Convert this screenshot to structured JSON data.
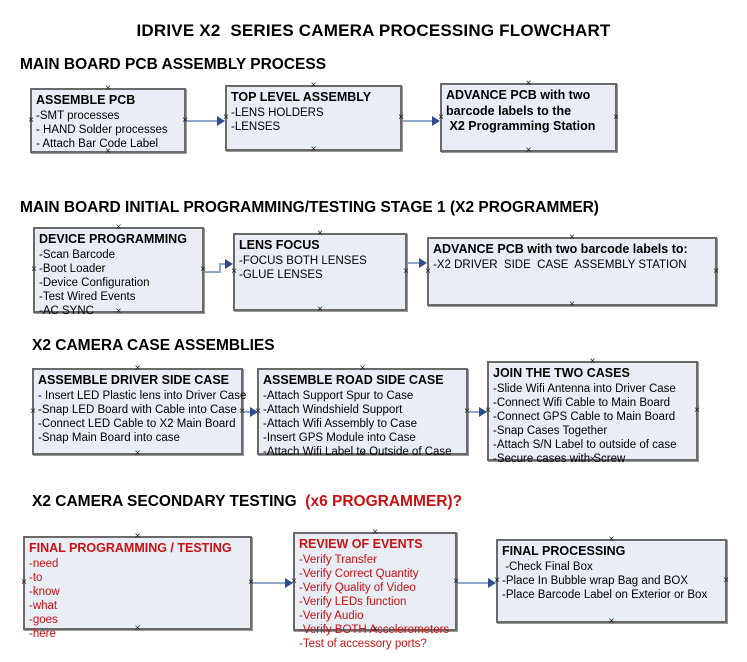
{
  "title": "IDRIVE X2  SERIES CAMERA PROCESSING FLOWCHART",
  "colors": {
    "box_fill": "#e8edf6",
    "box_border": "#6a6a6a",
    "arrow_line": "#8fa8cd",
    "arrow_head": "#2e4d8f",
    "red_text": "#cc1111"
  },
  "sections": [
    {
      "header": "MAIN BOARD PCB ASSEMBLY PROCESS",
      "header_red": "",
      "boxes": [
        {
          "title": "ASSEMBLE PCB",
          "lines": [
            "-SMT processes",
            "- HAND Solder processes",
            "- Attach Bar Code Label"
          ]
        },
        {
          "title": "TOP LEVEL ASSEMBLY",
          "lines": [
            "-LENS HOLDERS",
            "-LENSES"
          ]
        },
        {
          "title": "ADVANCE PCB with two\nbarcode labels to the\n X2 Programming Station",
          "lines": []
        }
      ]
    },
    {
      "header": "MAIN BOARD INITIAL PROGRAMMING/TESTING STAGE 1 (X2 PROGRAMMER)",
      "header_red": "",
      "boxes": [
        {
          "title": "DEVICE PROGRAMMING",
          "lines": [
            "-Scan Barcode",
            "-Boot Loader",
            "-Device Configuration",
            "-Test Wired Events",
            "-AC SYNC"
          ]
        },
        {
          "title": "LENS FOCUS",
          "lines": [
            "-FOCUS BOTH LENSES",
            "-GLUE LENSES"
          ]
        },
        {
          "title": "ADVANCE PCB with two barcode labels to:",
          "lines": [
            "-X2 DRIVER  SIDE  CASE  ASSEMBLY STATION"
          ]
        }
      ]
    },
    {
      "header": "X2 CAMERA CASE ASSEMBLIES",
      "header_red": "",
      "boxes": [
        {
          "title": "ASSEMBLE DRIVER SIDE CASE",
          "lines": [
            "- Insert LED Plastic lens into Driver Case",
            "-Snap LED Board with Cable into Case",
            "-Connect LED Cable to X2 Main Board",
            "-Snap Main Board into case"
          ]
        },
        {
          "title": "ASSEMBLE ROAD SIDE CASE",
          "lines": [
            "-Attach Support Spur to Case",
            "-Attach Windshield Support",
            "-Attach Wifi Assembly to Case",
            "-Insert GPS Module into Case",
            "-Attach Wifi Label to Outside of Case"
          ]
        },
        {
          "title": "JOIN THE TWO CASES",
          "lines": [
            "-Slide Wifi Antenna into Driver Case",
            "-Connect Wifi Cable to Main Board",
            "-Connect GPS Cable to Main Board",
            "-Snap Cases Together",
            "-Attach S/N Label to outside of case",
            "-Secure cases with Screw"
          ]
        }
      ]
    },
    {
      "header": "X2 CAMERA SECONDARY TESTING ",
      "header_red": " (x6 PROGRAMMER)?",
      "boxes": [
        {
          "title": "FINAL PROGRAMMING / TESTING",
          "lines": [
            "-need",
            "-to",
            "-know",
            "-what",
            "-goes",
            "-here"
          ]
        },
        {
          "title": "REVIEW OF EVENTS",
          "lines": [
            "-Verify Transfer",
            "-Verify Correct Quantity",
            "-Verify Quality of Video",
            "-Verify LEDs function",
            "-Verify Audio",
            "-Verify BOTH Accelerometers",
            "-Test of accessory ports?"
          ]
        },
        {
          "title": "FINAL PROCESSING",
          "lines": [
            " -Check Final Box",
            "-Place In Bubble wrap Bag and BOX",
            "-Place Barcode Label on Exterior or Box"
          ]
        }
      ]
    }
  ],
  "connection_marker": "×"
}
